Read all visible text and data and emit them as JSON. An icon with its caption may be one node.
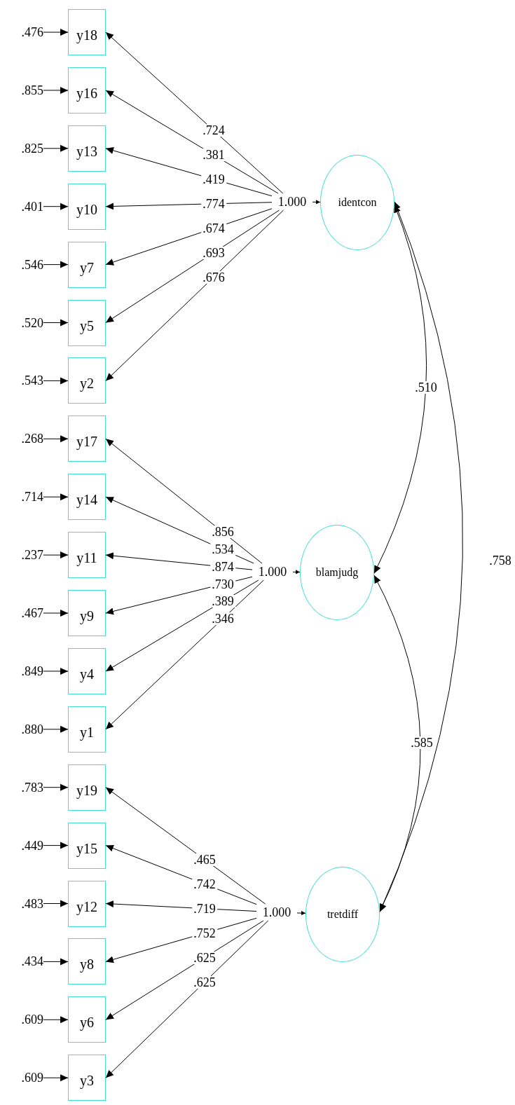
{
  "diagram": {
    "nodes": [
      {
        "text": [
          ".476"
        ]
      },
      {
        "text": [
          "y18"
        ]
      },
      {
        "text": [
          ".855"
        ]
      },
      {
        "text": [
          "y16"
        ]
      },
      {
        "text": [
          ".825"
        ]
      },
      {
        "text": [
          "y13"
        ]
      },
      {
        "text": [
          ".401"
        ]
      },
      {
        "text": [
          "y10"
        ]
      },
      {
        "text": [
          ".546"
        ]
      },
      {
        "text": [
          "y7"
        ]
      },
      {
        "text": [
          ".520"
        ]
      },
      {
        "text": [
          "y5"
        ]
      },
      {
        "text": [
          ".543"
        ]
      },
      {
        "text": [
          "y2"
        ]
      },
      {
        "text": [
          ".268"
        ]
      },
      {
        "text": [
          "y17"
        ]
      },
      {
        "text": [
          ".714"
        ]
      },
      {
        "text": [
          "y14"
        ]
      },
      {
        "text": [
          ".237"
        ]
      },
      {
        "text": [
          "y11"
        ]
      },
      {
        "text": [
          ".467"
        ]
      },
      {
        "text": [
          "y9"
        ]
      },
      {
        "text": [
          ".849"
        ]
      },
      {
        "text": [
          "y4"
        ]
      },
      {
        "text": [
          ".880"
        ]
      },
      {
        "text": [
          "y1"
        ]
      },
      {
        "text": [
          ".783"
        ]
      },
      {
        "text": [
          "y19"
        ]
      },
      {
        "text": [
          ".449"
        ]
      },
      {
        "text": [
          "y15"
        ]
      },
      {
        "text": [
          ".483"
        ]
      },
      {
        "text": [
          "y12"
        ]
      },
      {
        "text": [
          ".434"
        ]
      },
      {
        "text": [
          "y8"
        ]
      },
      {
        "text": [
          ".609"
        ]
      },
      {
        "text": [
          "y6"
        ]
      },
      {
        "text": [
          ".609"
        ]
      },
      {
        "text": [
          "y3"
        ]
      },
      {
        "text": [
          "1.000"
        ]
      },
      {
        "text": [
          "identcon"
        ]
      },
      {
        "text": [
          "1.000"
        ]
      },
      {
        "text": [
          "blamjudg"
        ]
      },
      {
        "text": [
          "1.000"
        ]
      },
      {
        "text": [
          "tretdiff"
        ]
      }
    ],
    "edges": [
      {
        "from": 0,
        "to": 1,
        "arrow": "to"
      },
      {
        "from": 2,
        "to": 3,
        "arrow": "to"
      },
      {
        "from": 4,
        "to": 5,
        "arrow": "to"
      },
      {
        "from": 6,
        "to": 7,
        "arrow": "to"
      },
      {
        "from": 8,
        "to": 9,
        "arrow": "to"
      },
      {
        "from": 10,
        "to": 11,
        "arrow": "to"
      },
      {
        "from": 12,
        "to": 13,
        "arrow": "to"
      },
      {
        "from": 14,
        "to": 15,
        "arrow": "to"
      },
      {
        "from": 16,
        "to": 17,
        "arrow": "to"
      },
      {
        "from": 18,
        "to": 19,
        "arrow": "to"
      },
      {
        "from": 20,
        "to": 21,
        "arrow": "to"
      },
      {
        "from": 22,
        "to": 23,
        "arrow": "to"
      },
      {
        "from": 24,
        "to": 25,
        "arrow": "to"
      },
      {
        "from": 26,
        "to": 27,
        "arrow": "to"
      },
      {
        "from": 28,
        "to": 29,
        "arrow": "to"
      },
      {
        "from": 30,
        "to": 31,
        "arrow": "to"
      },
      {
        "from": 32,
        "to": 33,
        "arrow": "to"
      },
      {
        "from": 34,
        "to": 35,
        "arrow": "to"
      },
      {
        "from": 36,
        "to": 37,
        "arrow": "to"
      },
      {
        "from": 38,
        "to": 39,
        "arrow": "to"
      },
      {
        "from": 40,
        "to": 41,
        "arrow": "to"
      },
      {
        "from": 42,
        "to": 43,
        "arrow": "to"
      },
      {
        "from": 38,
        "to": 1,
        "arrow": "to",
        "label": ".724"
      },
      {
        "from": 38,
        "to": 3,
        "arrow": "to",
        "label": ".381"
      },
      {
        "from": 38,
        "to": 5,
        "arrow": "to",
        "label": ".419"
      },
      {
        "from": 38,
        "to": 7,
        "arrow": "to",
        "label": ".774"
      },
      {
        "from": 38,
        "to": 9,
        "arrow": "to",
        "label": ".674"
      },
      {
        "from": 38,
        "to": 11,
        "arrow": "to",
        "label": ".693"
      },
      {
        "from": 38,
        "to": 13,
        "arrow": "to",
        "label": ".676"
      },
      {
        "from": 40,
        "to": 15,
        "arrow": "to",
        "label": ".856"
      },
      {
        "from": 40,
        "to": 17,
        "arrow": "to",
        "label": ".534"
      },
      {
        "from": 40,
        "to": 19,
        "arrow": "to",
        "label": ".874"
      },
      {
        "from": 40,
        "to": 21,
        "arrow": "to",
        "label": ".730"
      },
      {
        "from": 40,
        "to": 23,
        "arrow": "to",
        "label": ".389"
      },
      {
        "from": 40,
        "to": 25,
        "arrow": "to",
        "label": ".346"
      },
      {
        "from": 42,
        "to": 27,
        "arrow": "to",
        "label": ".465"
      },
      {
        "from": 42,
        "to": 29,
        "arrow": "to",
        "label": ".742"
      },
      {
        "from": 42,
        "to": 31,
        "arrow": "to",
        "label": ".719"
      },
      {
        "from": 42,
        "to": 33,
        "arrow": "to",
        "label": ".752"
      },
      {
        "from": 42,
        "to": 35,
        "arrow": "to",
        "label": ".625"
      },
      {
        "from": 42,
        "to": 37,
        "arrow": "to",
        "label": ".625"
      },
      {
        "from": 39,
        "to": 41,
        "arrow": "both",
        "label": ".510"
      },
      {
        "from": 39,
        "to": 43,
        "arrow": "both",
        "label": ".758"
      },
      {
        "from": 41,
        "to": 43,
        "arrow": "both",
        "label": ".585"
      }
    ]
  }
}
